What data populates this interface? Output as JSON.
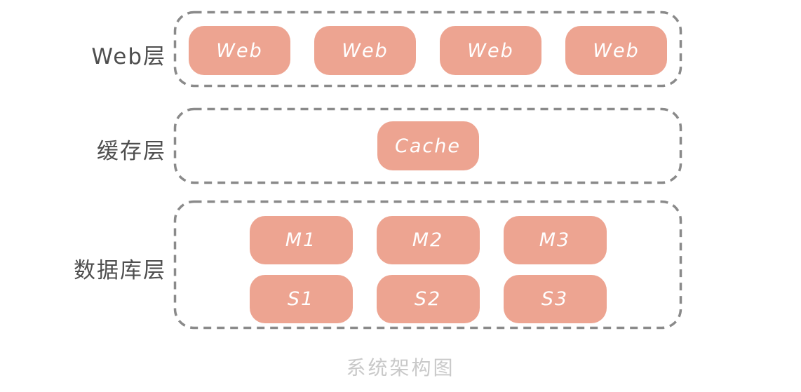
{
  "diagram": {
    "title": "系统架构图",
    "colors": {
      "box_fill": "#EDA491",
      "box_text": "#FFFFFF",
      "border_color": "#8A8A8A",
      "label_color": "#4E4E4E",
      "title_color": "#C9C9C9"
    },
    "layers": [
      {
        "id": "web",
        "label": "Web层",
        "nodes": [
          "Web",
          "Web",
          "Web",
          "Web"
        ]
      },
      {
        "id": "cache",
        "label": "缓存层",
        "nodes": [
          "Cache"
        ]
      },
      {
        "id": "db",
        "label": "数据库层",
        "rows": {
          "masters": [
            "M1",
            "M2",
            "M3"
          ],
          "slaves": [
            "S1",
            "S2",
            "S3"
          ]
        }
      }
    ]
  }
}
